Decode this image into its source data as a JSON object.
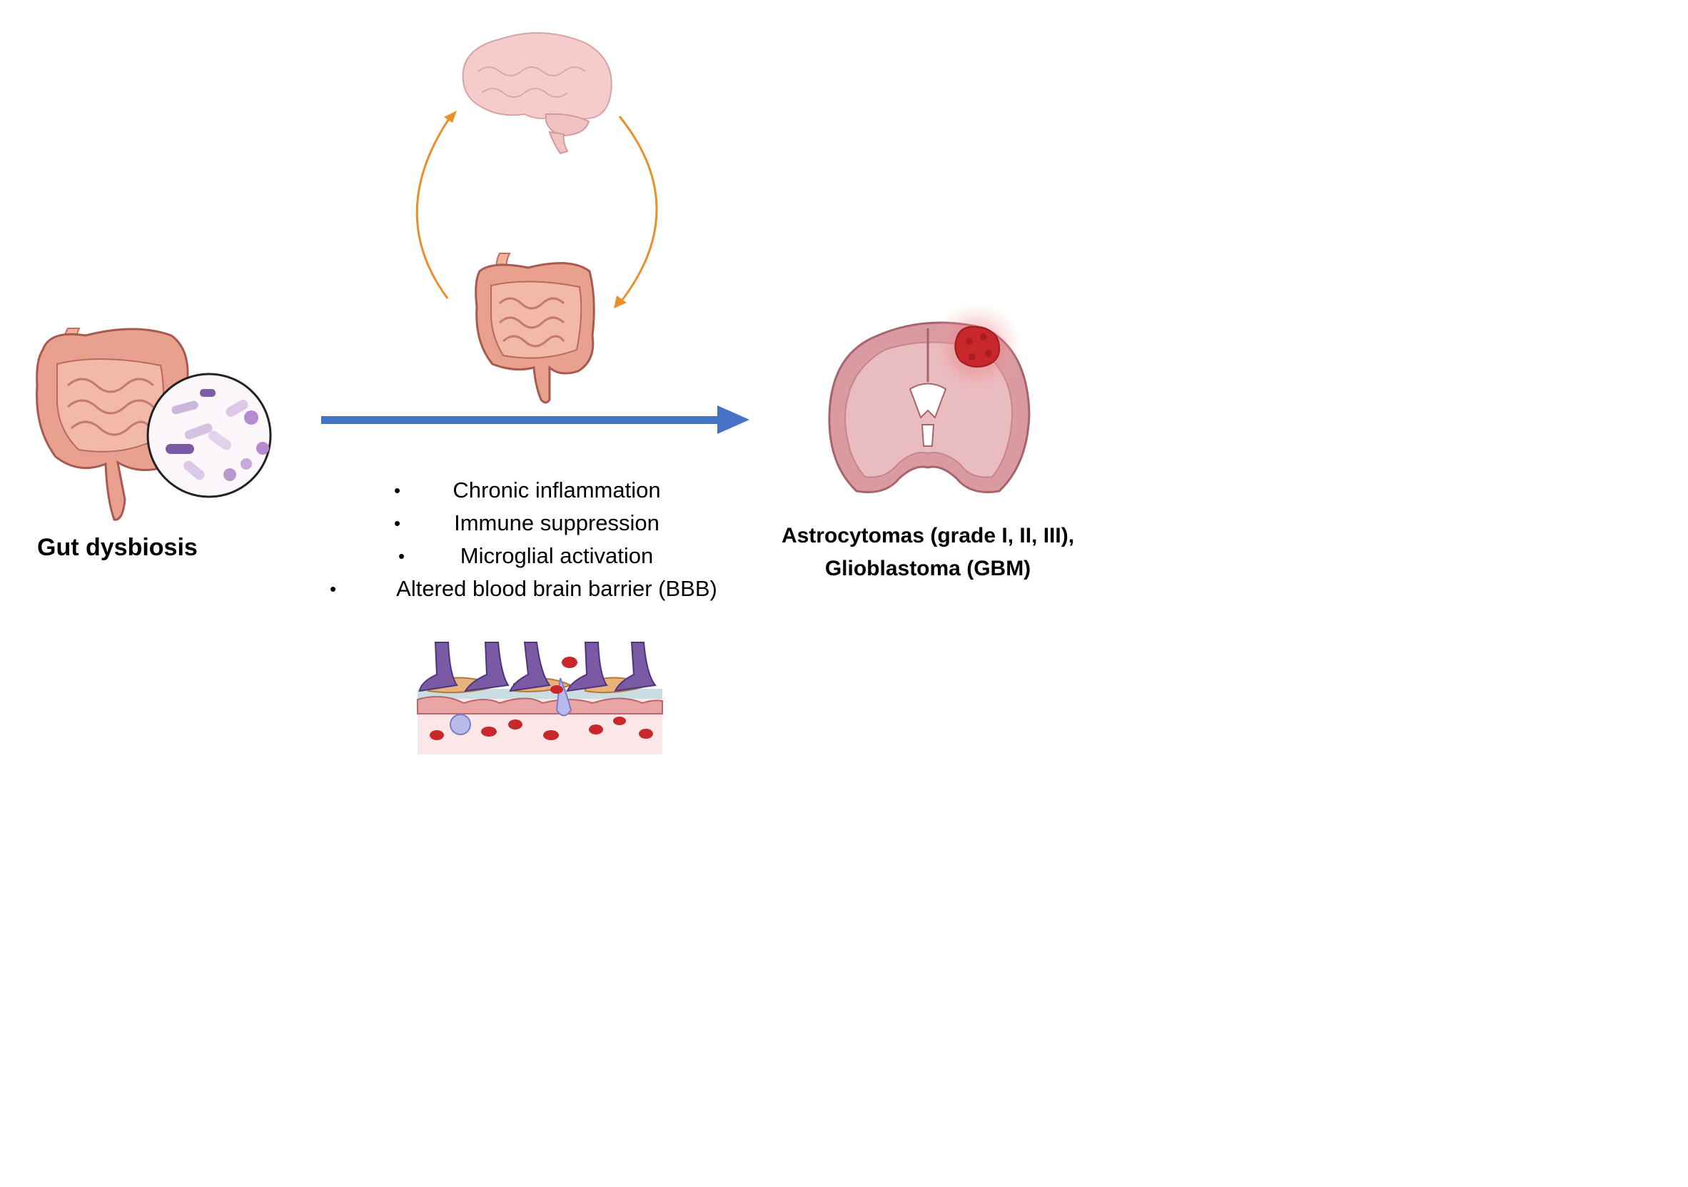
{
  "labels": {
    "left": "Gut dysbiosis",
    "right_line1": "Astrocytomas (grade I, II, III),",
    "right_line2": "Glioblastoma (GBM)"
  },
  "mechanisms": [
    "Chronic inflammation",
    "Immune suppression",
    "Microglial activation",
    "Altered blood brain barrier (BBB)"
  ],
  "colors": {
    "main_arrow": "#4472c4",
    "cycle_arrows": "#e8912a",
    "intestine": "#e8a497",
    "brain": "#f2c9c9",
    "tumor": "#c8282c"
  }
}
